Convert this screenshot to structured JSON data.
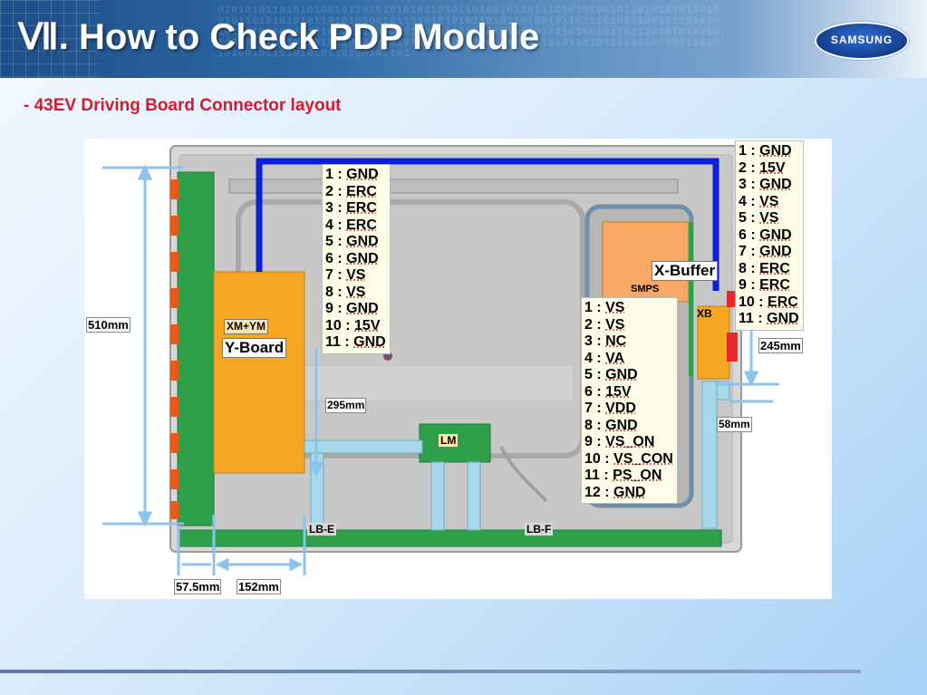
{
  "header": {
    "title": "Ⅶ. How to Check PDP Module",
    "logo": "SAMSUNG",
    "binary_bg": "01010101101010100101101010101011010110100101101110101010010110101010110100101101010101011010101001011010101010110101101001011011101010100101101010101101001011010101010110101010010110101010101101011010010110111010101001011010101011010010110101010101101010100101101010101011010110100101101110101010010110101010110100101101"
  },
  "subtitle": "- 43EV Driving Board Connector layout",
  "colors": {
    "title": "#ffffff",
    "subtitle": "#d21b2f",
    "y_board": "#f5a623",
    "green_board": "#2ea04a",
    "cable": "#0b1fd8",
    "connector_red": "#e8282a",
    "dimension": "#8cc3ee"
  },
  "diagram": {
    "boards": {
      "y_board": "Y-Board",
      "y_board_sub": "XM+YM",
      "x_buffer": "X-Buffer",
      "smps": "SMPS",
      "xb": "XB",
      "lm": "LM",
      "lb_e": "LB-E",
      "lb_f": "LB-F"
    },
    "dimensions": {
      "height": "510mm",
      "d295": "295mm",
      "d245": "245mm",
      "d58": "58mm",
      "d575": "57.5mm",
      "d152": "152mm"
    },
    "pinouts": {
      "y_board": [
        {
          "n": "1",
          "v": "GND"
        },
        {
          "n": "2",
          "v": "ERC"
        },
        {
          "n": "3",
          "v": "ERC"
        },
        {
          "n": "4",
          "v": "ERC"
        },
        {
          "n": "5",
          "v": "GND"
        },
        {
          "n": "6",
          "v": "GND"
        },
        {
          "n": "7",
          "v": "VS"
        },
        {
          "n": "8",
          "v": "VS"
        },
        {
          "n": "9",
          "v": "GND"
        },
        {
          "n": "10",
          "v": "15V"
        },
        {
          "n": "11",
          "v": "GND"
        }
      ],
      "x_buffer": [
        {
          "n": "1",
          "v": "GND"
        },
        {
          "n": "2",
          "v": "15V"
        },
        {
          "n": "3",
          "v": "GND"
        },
        {
          "n": "4",
          "v": "VS"
        },
        {
          "n": "5",
          "v": "VS"
        },
        {
          "n": "6",
          "v": "GND"
        },
        {
          "n": "7",
          "v": "GND"
        },
        {
          "n": "8",
          "v": "ERC"
        },
        {
          "n": "9",
          "v": "ERC"
        },
        {
          "n": "10",
          "v": "ERC"
        },
        {
          "n": "11",
          "v": "GND"
        }
      ],
      "smps": [
        {
          "n": "1",
          "v": "VS"
        },
        {
          "n": "2",
          "v": "VS"
        },
        {
          "n": "3",
          "v": "NC"
        },
        {
          "n": "4",
          "v": "VA"
        },
        {
          "n": "5",
          "v": "GND"
        },
        {
          "n": "6",
          "v": "15V"
        },
        {
          "n": "7",
          "v": "VDD"
        },
        {
          "n": "8",
          "v": "GND"
        },
        {
          "n": "9",
          "v": "VS_ON"
        },
        {
          "n": "10",
          "v": "VS_CON"
        },
        {
          "n": "11",
          "v": "PS_ON"
        },
        {
          "n": "12",
          "v": "GND"
        }
      ]
    }
  }
}
